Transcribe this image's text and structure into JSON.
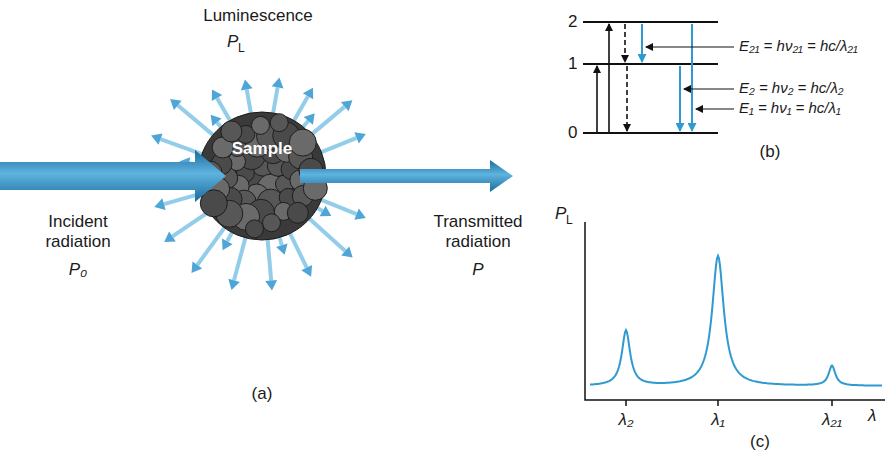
{
  "diagram": {
    "nodes": [
      {
        "text": [
          "Sample"
        ]
      }
    ],
    "labels": [
      "Luminescence",
      "P",
      "L",
      "Incident radiation",
      "P₀",
      "Transmitted radiation",
      "P",
      "(a)",
      "2",
      "1",
      "0",
      "E₂₁ = hν₂₁ = hc/λ₂₁",
      "E₂ = hν₂ = hc/λ₂",
      "E₁ = hν₁ = hc/λ₁",
      "(b)",
      "P",
      "L",
      "λ₂",
      "λ₁",
      "λ₂₁",
      "λ",
      "(c)"
    ]
  }
}
